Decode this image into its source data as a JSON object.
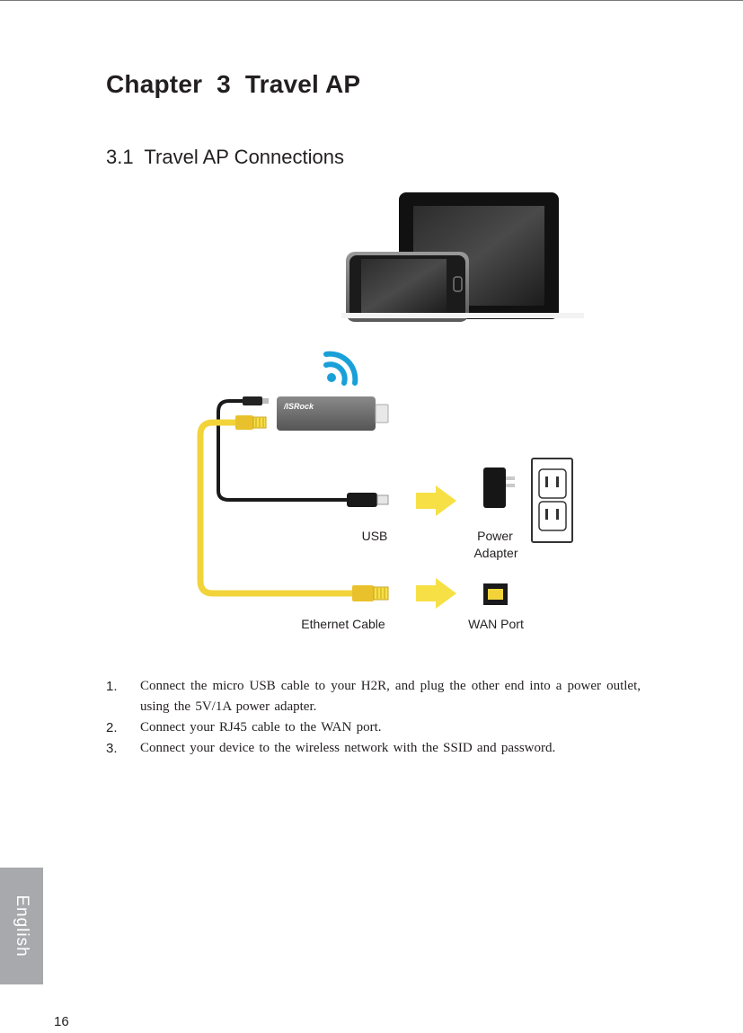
{
  "chapter": {
    "title": "Chapter  3  Travel AP"
  },
  "section": {
    "title": "3.1  Travel AP Connections"
  },
  "diagram": {
    "brand_logo": "/ISRock",
    "labels": {
      "usb": "USB",
      "power_adapter_line1": "Power",
      "power_adapter_line2": "Adapter",
      "ethernet_cable": "Ethernet Cable",
      "wan_port": "WAN Port"
    },
    "icons": [
      "wifi-icon",
      "arrow-right-icon",
      "power-adapter-icon",
      "wall-outlet-icon",
      "rj45-port-icon",
      "tablet-icon",
      "smartphone-icon"
    ],
    "colors": {
      "ethernet_cable": "#f2d43a",
      "usb_cable": "#1a1a1a",
      "wifi": "#1aa0d8",
      "arrow": "#f6e046"
    }
  },
  "steps": [
    {
      "number": "1.",
      "text": "Connect the micro USB cable to your H2R, and plug the other end into a power outlet, using the 5V/1A power adapter."
    },
    {
      "number": "2.",
      "text": "Connect your RJ45 cable to the WAN port."
    },
    {
      "number": "3.",
      "text": "Connect your device to the wireless network with the SSID and password."
    }
  ],
  "side_tab": {
    "label": "English"
  },
  "page": {
    "number": "16"
  }
}
